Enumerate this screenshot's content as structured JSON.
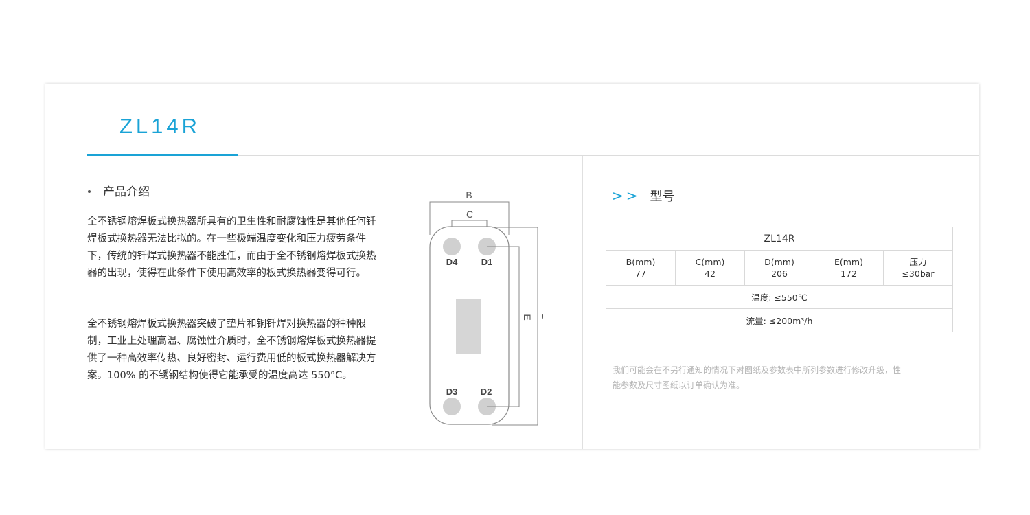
{
  "model": "ZL14R",
  "intro": {
    "heading": "产品介绍",
    "paragraph1": "全不锈钢熔焊板式换热器所具有的卫生性和耐腐蚀性是其他任何钎焊板式换热器无法比拟的。在一些极端温度变化和压力疲劳条件下，传统的钎焊式换热器不能胜任，而由于全不锈钢熔焊板式换热器的出现，使得在此条件下使用高效率的板式换热器变得可行。",
    "paragraph2": "全不锈钢熔焊板式换热器突破了垫片和铜钎焊对换热器的种种限制，工业上处理高温、腐蚀性介质时，全不锈钢熔焊板式换热器提供了一种高效率传热、良好密封、运行费用低的板式换热器解决方案。100% 的不锈钢结构使得它能承受的温度高达 550°C。"
  },
  "diagram": {
    "dim_b": "B",
    "dim_c": "C",
    "dim_d": "D",
    "dim_e": "E",
    "port_d1": "D1",
    "port_d2": "D2",
    "port_d3": "D3",
    "port_d4": "D4"
  },
  "specs": {
    "arrows": ">>",
    "heading": "型号",
    "table_title": "ZL14R",
    "params": [
      {
        "label": "B(mm)",
        "value": "77"
      },
      {
        "label": "C(mm)",
        "value": "42"
      },
      {
        "label": "D(mm)",
        "value": "206"
      },
      {
        "label": "E(mm)",
        "value": "172"
      },
      {
        "label": "压力",
        "value": "≤30bar"
      }
    ],
    "temperature": "温度: ≤550℃",
    "flow": "流量: ≤200m³/h",
    "note": "我们可能会在不另行通知的情况下对图纸及参数表中所列参数进行修改升级，性能参数及尺寸图纸以订单确认为准。"
  },
  "colors": {
    "accent": "#1aa3d6",
    "port_fill": "#d0d0d0",
    "center_rect": "#d6d6d6"
  }
}
